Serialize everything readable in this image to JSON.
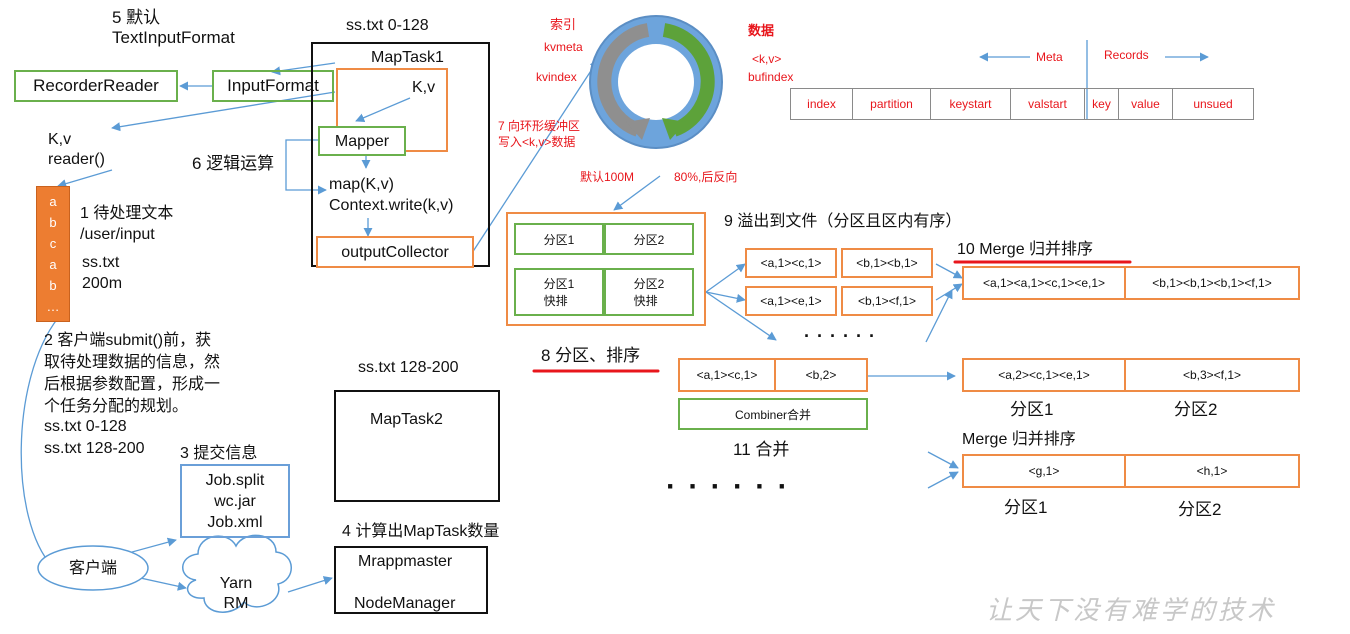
{
  "input_format_note": "5 默认\nTextInputFormat",
  "recorder_reader": "RecorderReader",
  "input_format": "InputFormat",
  "kv_reader": "K,v\nreader()",
  "file_letters": [
    "a",
    "b",
    "c",
    "a",
    "b",
    "…"
  ],
  "step1": "1 待处理文本\n/user/input",
  "file_info": "ss.txt\n200m",
  "step2": "2 客户端submit()前，获\n取待处理数据的信息，然\n后根据参数配置，形成一\n个任务分配的规划。",
  "splits": "ss.txt  0-128\nss.txt  128-200",
  "step3": "3 提交信息",
  "submit_files": "Job.split\nwc.jar\nJob.xml",
  "client": "客户端",
  "yarn": "Yarn\nRM",
  "step4": "4 计算出MapTask数量",
  "mrappmaster": "Mrappmaster",
  "nodemanager": "NodeManager",
  "split1_label": "ss.txt 0-128",
  "maptask1": "MapTask1",
  "kv_in": "K,v",
  "mapper": "Mapper",
  "step6": "6 逻辑运算",
  "map_code": "map(K,v)\nContext.write(k,v)",
  "output_collector": "outputCollector",
  "split2_label": "ss.txt 128-200",
  "maptask2": "MapTask2",
  "ring": {
    "index_label": "索引",
    "kvmeta": "kvmeta",
    "kvindex": "kvindex",
    "data_label": "数据",
    "kv": "<k,v>",
    "bufindex": "bufindex",
    "step7": "7 向环形缓冲区\n写入<k,v>数据",
    "default_size": "默认100M",
    "reverse": "80%,后反向"
  },
  "meta_label": "Meta",
  "records_label": "Records",
  "buffer_fields": [
    "index",
    "partition",
    "keystart",
    "valstart",
    "key",
    "value",
    "unsued"
  ],
  "partition_box": {
    "p1": "分区1",
    "p2": "分区2",
    "p1_sort": "分区1\n快排",
    "p2_sort": "分区2\n快排"
  },
  "step8": "8 分区、排序",
  "step9": "9 溢出到文件（分区且区内有序）",
  "spill_rows": [
    [
      "<a,1><c,1>",
      "<b,1><b,1>"
    ],
    [
      "<a,1><e,1>",
      "<b,1><f,1>"
    ]
  ],
  "ellipsis_small": "· · ·   · · ·",
  "step10": "10 Merge 归并排序",
  "merge1": [
    "<a,1><a,1><c,1><e,1>",
    "<b,1><b,1><b,1><f,1>"
  ],
  "combine_in": [
    "<a,1><c,1>",
    "<b,2>"
  ],
  "combiner": "Combiner合并",
  "step11": "11 合并",
  "merge2": [
    "<a,2><c,1><e,1>",
    "<b,3><f,1>"
  ],
  "partition1": "分区1",
  "partition2": "分区2",
  "merge_title": "Merge 归并排序",
  "merge3": [
    "<g,1>",
    "<h,1>"
  ],
  "ellipsis_big": "· · ·    · · ·",
  "watermark": "让天下没有难学的技术"
}
